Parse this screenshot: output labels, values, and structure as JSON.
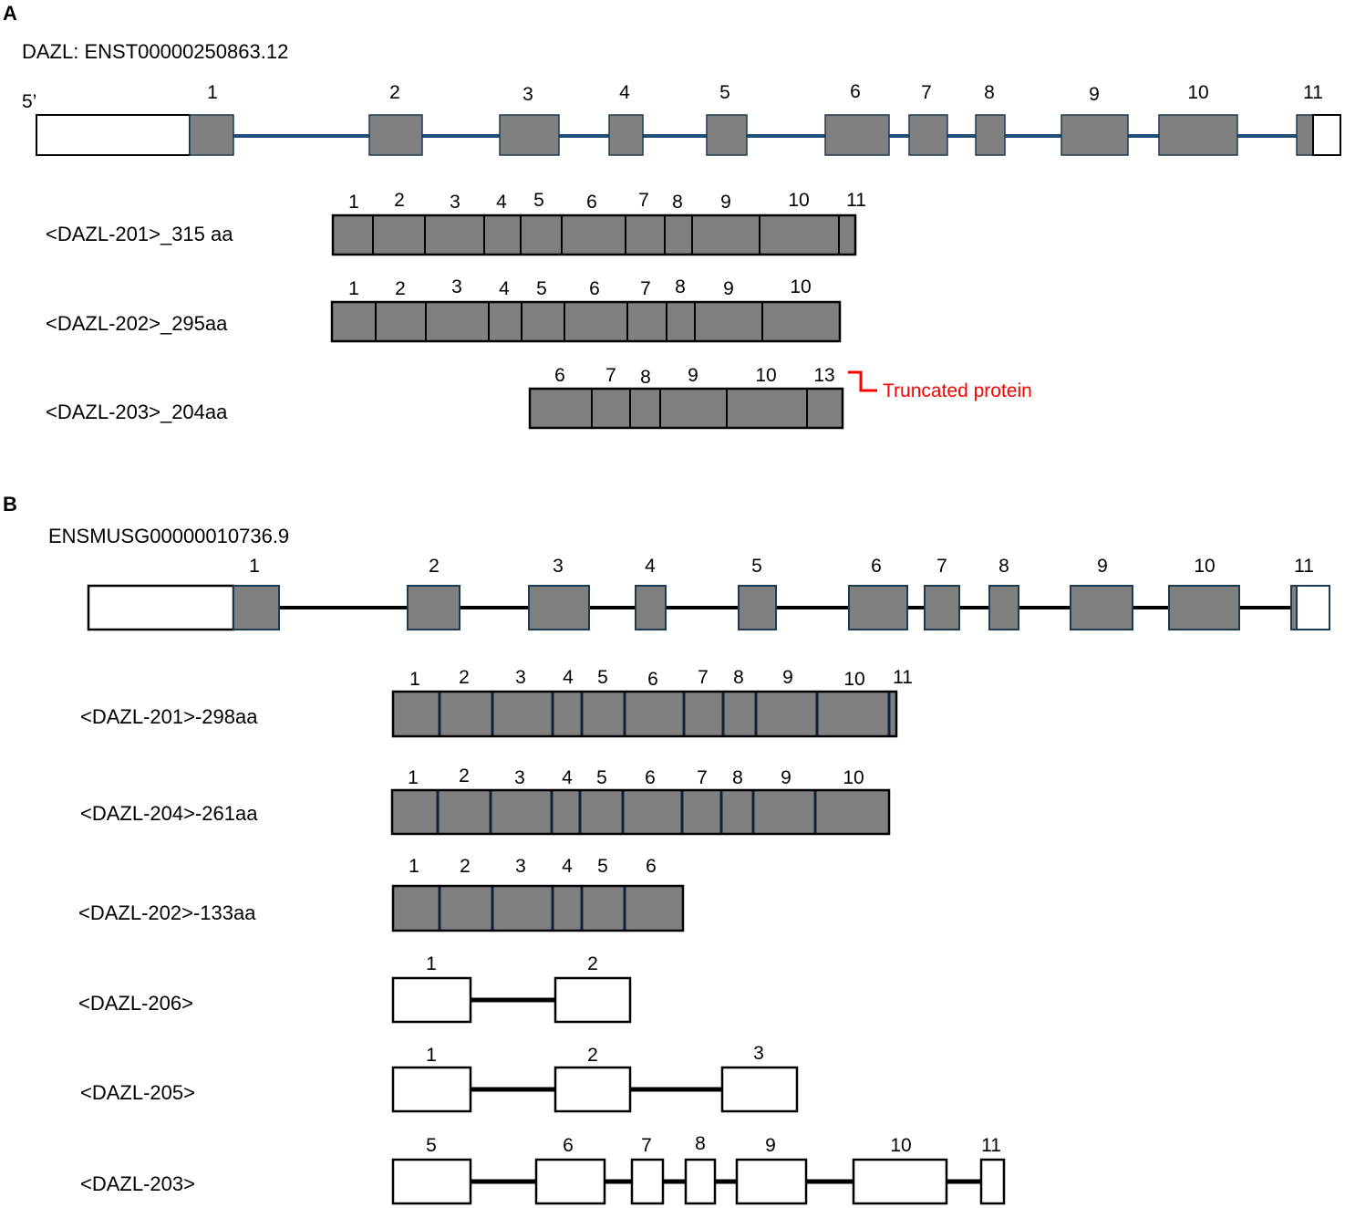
{
  "colors": {
    "exon_fill": "#808080",
    "utr_fill": "#ffffff",
    "intron_human": "#1f4e79",
    "intron_mouse": "#000000",
    "exon_stroke_human": "#1c3a50",
    "box_stroke": "#000000",
    "annotation": "#ff0000"
  },
  "panels": {
    "A": {
      "letter": "A",
      "title": "DAZL:  ENST00000250863.12",
      "five_prime": "5’",
      "gene_exon_labels": [
        "1",
        "2",
        "3",
        "4",
        "5",
        "6",
        "7",
        "8",
        "9",
        "10",
        "11"
      ],
      "tracks": [
        {
          "label": "<DAZL-201>_315 aa",
          "segments": [
            "1",
            "2",
            "3",
            "4",
            "5",
            "6",
            "7",
            "8",
            "9",
            "10",
            "11"
          ]
        },
        {
          "label": "<DAZL-202>_295aa",
          "segments": [
            "1",
            "2",
            "3",
            "4",
            "5",
            "6",
            "7",
            "8",
            "9",
            "10"
          ]
        },
        {
          "label": "<DAZL-203>_204aa",
          "segments": [
            "6",
            "7",
            "8",
            "9",
            "10",
            "13"
          ]
        }
      ],
      "annotation": "Truncated protein"
    },
    "B": {
      "letter": "B",
      "title": "ENSMUSG00000010736.9",
      "gene_exon_labels": [
        "1",
        "2",
        "3",
        "4",
        "5",
        "6",
        "7",
        "8",
        "9",
        "10",
        "11"
      ],
      "protein_tracks": [
        {
          "label": "<DAZL-201>-298aa",
          "segments": [
            "1",
            "2",
            "3",
            "4",
            "5",
            "6",
            "7",
            "8",
            "9",
            "10",
            "11"
          ]
        },
        {
          "label": "<DAZL-204>-261aa",
          "segments": [
            "1",
            "2",
            "3",
            "4",
            "5",
            "6",
            "7",
            "8",
            "9",
            "10"
          ]
        },
        {
          "label": "<DAZL-202>-133aa",
          "segments": [
            "1",
            "2",
            "3",
            "4",
            "5",
            "6"
          ]
        }
      ],
      "noncoding_tracks": [
        {
          "label": "<DAZL-206>",
          "exons": [
            "1",
            "2"
          ]
        },
        {
          "label": "<DAZL-205>",
          "exons": [
            "1",
            "2",
            "3"
          ]
        },
        {
          "label": "<DAZL-203>",
          "exons": [
            "5",
            "6",
            "7",
            "8",
            "9",
            "10",
            "11"
          ]
        }
      ]
    }
  }
}
